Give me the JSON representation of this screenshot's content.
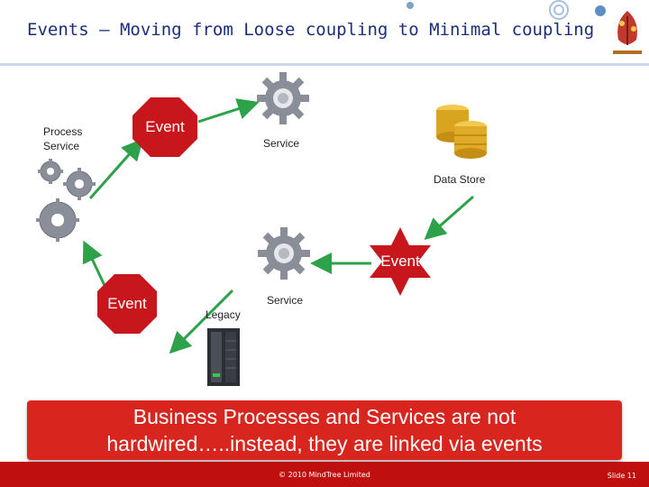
{
  "header": {
    "title": "Events – Moving from Loose coupling to Minimal coupling",
    "logo": "company-logo"
  },
  "diagram": {
    "process_service_label": "Process\nService",
    "service_top_label": "Service",
    "service_middle_label": "Service",
    "data_store_label": "Data Store",
    "legacy_label": "Legacy",
    "event_top": "Event",
    "event_star": "Event",
    "event_bottom": "Event",
    "colors": {
      "event_red": "#c8161d",
      "arrow_green": "#2da24a",
      "gear_gray": "#8a8e98",
      "gold": "#d9a520"
    }
  },
  "banner": {
    "line1": "Business Processes and Services are not",
    "line2": "hardwired…..instead, they are linked via events"
  },
  "footer": {
    "copyright": "© 2010 MindTree Limited",
    "slide_number": "Slide 11"
  }
}
